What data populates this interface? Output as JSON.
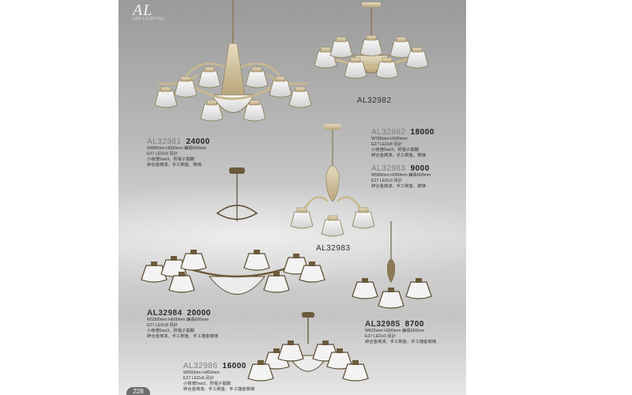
{
  "brand": {
    "logo": "AL",
    "tagline": "ART LIGHTING"
  },
  "page_number": "228",
  "captions": {
    "top_right": "AL32982",
    "middle": "AL32983"
  },
  "products": [
    {
      "code": "AL32981",
      "price": "24000",
      "lines": [
        "W880mm  H600mm  鍊長600mm",
        "E27 LEDx9 另計",
        "小夜燈5wx3，附電子開關",
        "鋅合金烤漆、手工刷金、玻璃"
      ]
    },
    {
      "code": "AL32982",
      "price": "18000",
      "lines": [
        "W780mm  H540mm",
        "E27 LEDx8 另計",
        "小夜燈5wx3，附電子開關",
        "鋅合金烤漆、手工刷金、玻璃"
      ]
    },
    {
      "code": "AL32983",
      "price": "9000",
      "lines": [
        "W580mm  H390mm  鍊長600mm",
        "E27 LEDx3 另計",
        "鋅合金烤漆、手工刷金、玻璃"
      ]
    },
    {
      "code": "AL32984",
      "price": "20000",
      "lines": [
        "W1000mm  H600mm  鍊長600mm",
        "E27 LEDx8 另計",
        "小夜燈5wx3，附電子開關",
        "鋅合金烤漆、手工刷金、手工描金玻璃"
      ]
    },
    {
      "code": "AL32985",
      "price": "8700",
      "lines": [
        "W625mm  H390mm  鍊長600mm",
        "E27 LEDx3 另計",
        "鋅合金烤漆、手工刷金、手工描金玻璃"
      ]
    },
    {
      "code": "AL32986",
      "price": "16000",
      "lines": [
        "W900mm  H450mm",
        "E27 LEDx6 另計",
        "小夜燈5wx3，附電子開關",
        "鋅合金烤漆、手工刷金、手工描金玻璃"
      ]
    }
  ]
}
